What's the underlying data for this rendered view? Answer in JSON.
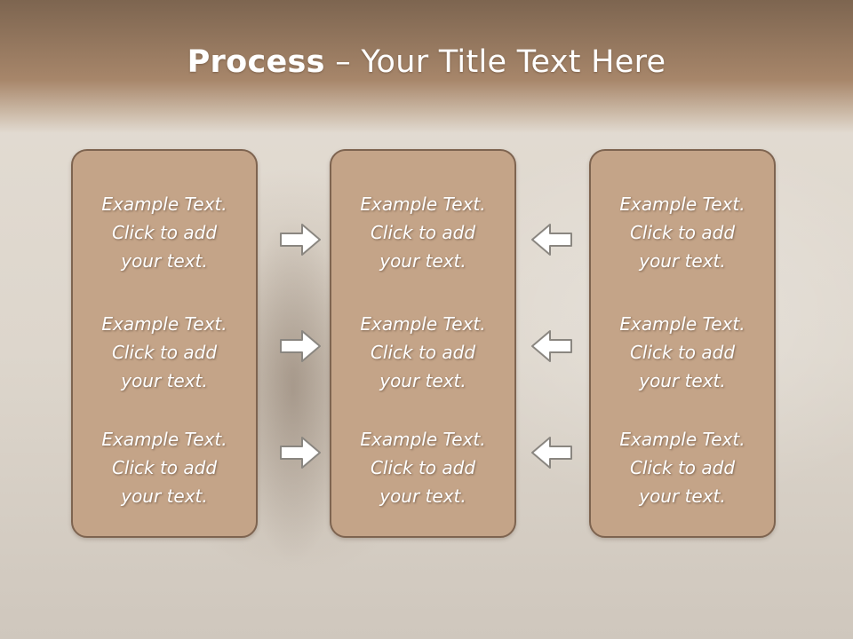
{
  "title": {
    "bold": "Process",
    "rest": " – Your Title Text Here"
  },
  "panels": [
    {
      "items": [
        {
          "line1": "Example Text.",
          "line2": "Click  to add",
          "line3": "your text."
        },
        {
          "line1": "Example Text.",
          "line2": "Click  to add",
          "line3": "your text."
        },
        {
          "line1": "Example Text.",
          "line2": "Click  to add",
          "line3": "your text."
        }
      ]
    },
    {
      "items": [
        {
          "line1": "Example Text.",
          "line2": "Click  to add",
          "line3": "your text."
        },
        {
          "line1": "Example Text.",
          "line2": "Click  to add",
          "line3": "your text."
        },
        {
          "line1": "Example Text.",
          "line2": "Click  to add",
          "line3": "your text."
        }
      ]
    },
    {
      "items": [
        {
          "line1": "Example Text.",
          "line2": "Click  to add",
          "line3": "your text."
        },
        {
          "line1": "Example Text.",
          "line2": "Click  to add",
          "line3": "your text."
        },
        {
          "line1": "Example Text.",
          "line2": "Click  to add",
          "line3": "your text."
        }
      ]
    }
  ],
  "arrows": {
    "left_column": "arrow-right-icon",
    "right_column": "arrow-left-icon"
  },
  "colors": {
    "header": "#a7866a",
    "panel_fill": "#c4a488",
    "panel_border": "#7e6450",
    "arrow_fill": "#ffffff",
    "arrow_stroke": "#8a8680"
  }
}
